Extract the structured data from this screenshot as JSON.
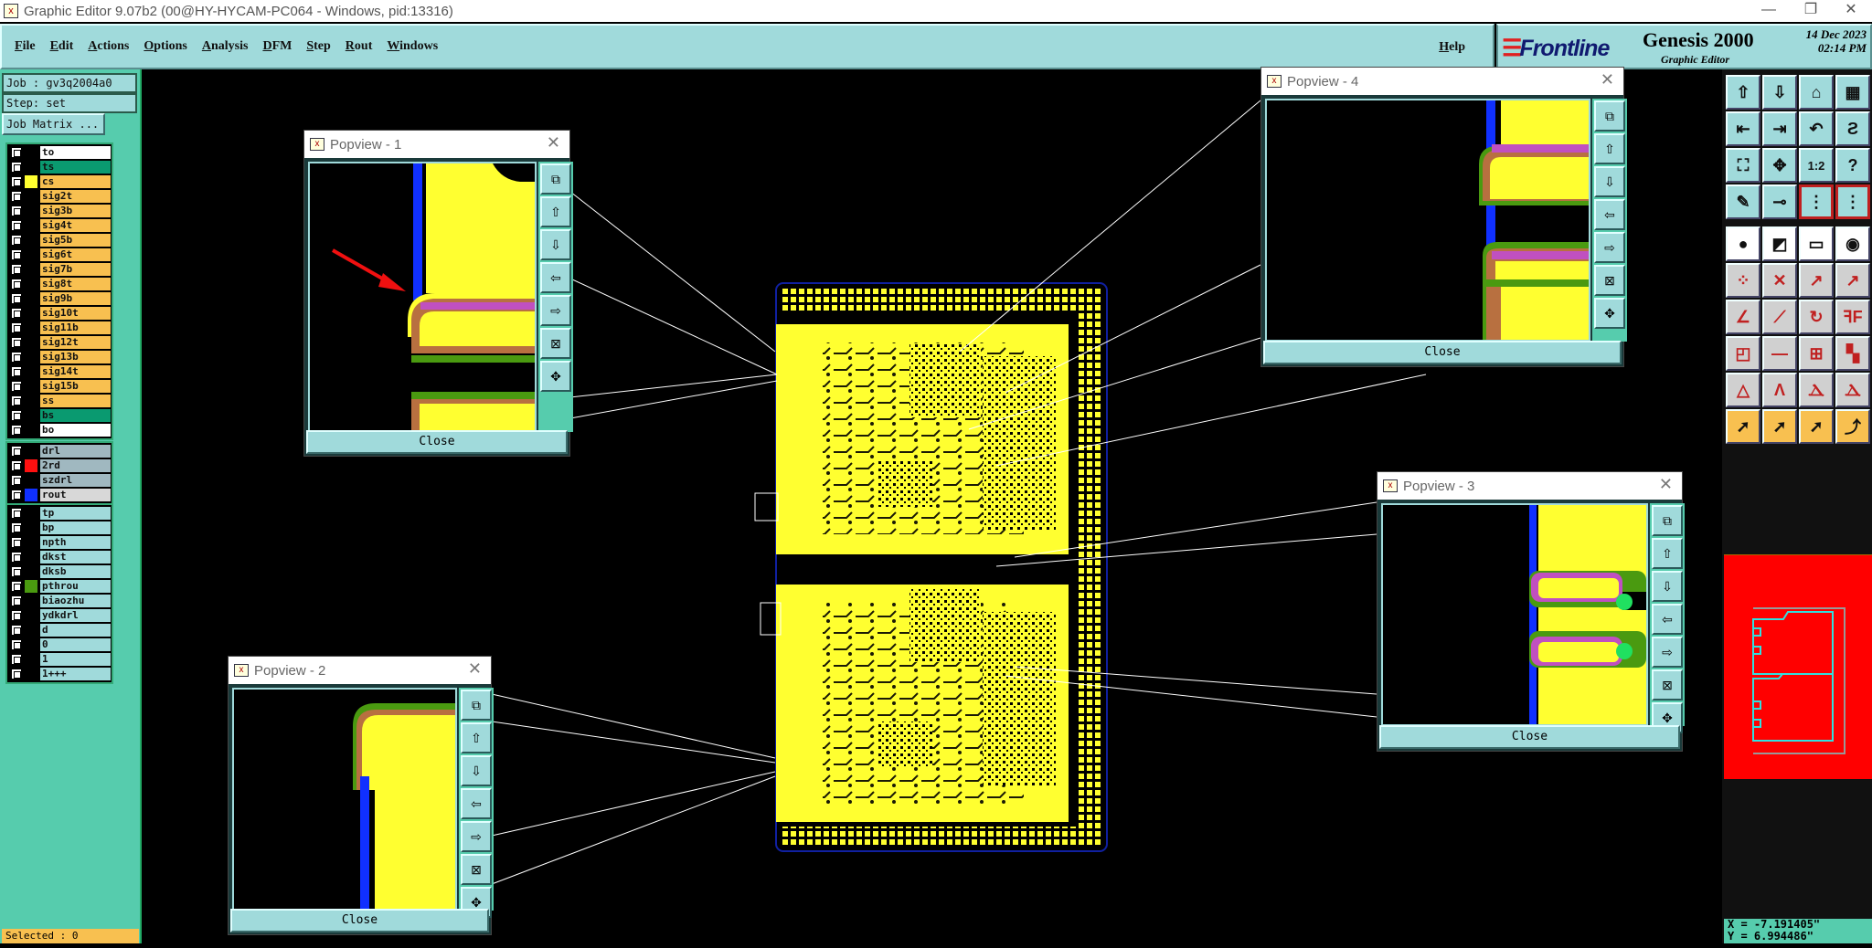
{
  "window": {
    "title": "Graphic Editor 9.07b2 (00@HY-HYCAM-PC064 - Windows, pid:13316)"
  },
  "menu": {
    "items": [
      "File",
      "Edit",
      "Actions",
      "Options",
      "Analysis",
      "DFM",
      "Step",
      "Rout",
      "Windows"
    ],
    "help": "Help"
  },
  "brand": {
    "logo": "Frontline",
    "product": "Genesis 2000",
    "subtitle": "Graphic Editor",
    "date": "14 Dec 2023",
    "time": "02:14 PM"
  },
  "job": {
    "job_label": "Job : gv3q2004a0",
    "step_label": "Step: set",
    "matrix_button": "Job Matrix ..."
  },
  "layers": {
    "group1": [
      {
        "name": "to",
        "bg": "#ffffff"
      },
      {
        "name": "ts",
        "bg": "#0a9a70"
      },
      {
        "name": "cs",
        "bg": "#f8c050",
        "swatch": "#ffff30"
      },
      {
        "name": "sig2t",
        "bg": "#f8c050"
      },
      {
        "name": "sig3b",
        "bg": "#f8c050"
      },
      {
        "name": "sig4t",
        "bg": "#f8c050"
      },
      {
        "name": "sig5b",
        "bg": "#f8c050"
      },
      {
        "name": "sig6t",
        "bg": "#f8c050"
      },
      {
        "name": "sig7b",
        "bg": "#f8c050"
      },
      {
        "name": "sig8t",
        "bg": "#f8c050"
      },
      {
        "name": "sig9b",
        "bg": "#f8c050"
      },
      {
        "name": "sig10t",
        "bg": "#f8c050"
      },
      {
        "name": "sig11b",
        "bg": "#f8c050"
      },
      {
        "name": "sig12t",
        "bg": "#f8c050"
      },
      {
        "name": "sig13b",
        "bg": "#f8c050"
      },
      {
        "name": "sig14t",
        "bg": "#f8c050"
      },
      {
        "name": "sig15b",
        "bg": "#f8c050"
      },
      {
        "name": "ss",
        "bg": "#f8c050"
      },
      {
        "name": "bs",
        "bg": "#0a9a70"
      },
      {
        "name": "bo",
        "bg": "#ffffff"
      }
    ],
    "group2": [
      {
        "name": "drl",
        "bg": "#a0b8c0"
      },
      {
        "name": "2rd",
        "bg": "#a0b8c0",
        "swatch": "#ff1010"
      },
      {
        "name": "szdrl",
        "bg": "#a0b8c0"
      },
      {
        "name": "rout",
        "bg": "#d8d8d8",
        "swatch": "#1030ff"
      }
    ],
    "group3": [
      {
        "name": "tp",
        "bg": "#a0dadb"
      },
      {
        "name": "bp",
        "bg": "#a0dadb"
      },
      {
        "name": "npth",
        "bg": "#a0dadb"
      },
      {
        "name": "dkst",
        "bg": "#a0dadb"
      },
      {
        "name": "dksb",
        "bg": "#a0dadb"
      },
      {
        "name": "pthrou",
        "bg": "#a0dadb",
        "swatch": "#4a9a10"
      },
      {
        "name": "biaozhu",
        "bg": "#a0dadb"
      },
      {
        "name": "ydkdrl",
        "bg": "#a0dadb"
      },
      {
        "name": "d",
        "bg": "#a0dadb"
      },
      {
        "name": "0",
        "bg": "#a0dadb"
      },
      {
        "name": "1",
        "bg": "#a0dadb"
      },
      {
        "name": "1+++",
        "bg": "#a0dadb"
      }
    ]
  },
  "status": {
    "selected": "Selected : 0",
    "x": "X = -7.191405\"",
    "y": "Y = 6.994486\""
  },
  "popviews": [
    {
      "title": "Popview - 1"
    },
    {
      "title": "Popview - 2"
    },
    {
      "title": "Popview - 3"
    },
    {
      "title": "Popview - 4"
    }
  ],
  "close_label": "Close",
  "toolbar_icons": [
    "open-icon",
    "save-icon",
    "home-icon",
    "grid-xy-icon",
    "pan-left-icon",
    "pan-right-icon",
    "undo-view-icon",
    "snap-icon",
    "zoom-fit-icon",
    "zoom-center-icon",
    "scale-1-2-icon",
    "help-icon",
    "tools-palette-icon",
    "probe-icon",
    "netlist-icon",
    "netlist-check-icon",
    "measure-point-icon",
    "measure-box-icon",
    "ruler-icon",
    "pad-measure-icon",
    "connect-icon",
    "delete-point-icon",
    "move-open-icon",
    "move-filled-icon",
    "angle-icon",
    "line-icon",
    "rotate-icon",
    "mirror-icon",
    "move-pad-icon",
    "segment-icon",
    "center-icon",
    "overlap-icon",
    "arc-small-icon",
    "arc-tall-icon",
    "arc-wide-icon",
    "arc-cross-icon",
    "select-icon",
    "select-box-icon",
    "select-poly-icon",
    "select-net-icon"
  ],
  "colors": {
    "panel": "#56ccad",
    "menu": "#a0dadb",
    "copper": "#ffff30",
    "rout": "#1030ff"
  }
}
